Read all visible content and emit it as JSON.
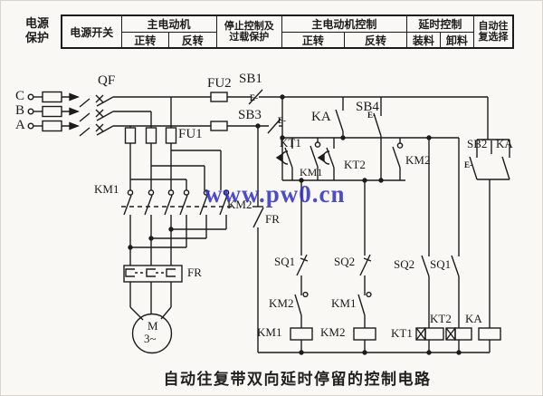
{
  "table": {
    "side_line1": "电源",
    "side_line2": "保护",
    "power_switch": "电源开关",
    "main_motor": "主电动机",
    "fwd1": "正转",
    "rev1": "反转",
    "stop_line1": "停止控制及",
    "stop_line2": "过载保护",
    "motor_ctrl": "主电动机控制",
    "fwd2": "正转",
    "rev2": "反转",
    "delay_ctrl": "延时控制",
    "load": "装料",
    "unload": "卸料",
    "auto_line1": "自动往",
    "auto_line2": "复选择"
  },
  "circuit": {
    "phase_c": "C",
    "phase_b": "B",
    "phase_a": "A",
    "qf": "QF",
    "fu2": "FU2",
    "fu1": "FU1",
    "sb1": "SB1",
    "sb3": "SB3",
    "ka_series": "KA",
    "sb4": "SB4",
    "kt1_contact": "KT1",
    "km1_aux": "KM1",
    "kt2_contact": "KT2",
    "km2_aux": "KM2",
    "sb2": "SB2",
    "ka_hold": "KA",
    "km1_main": "KM1",
    "km2_main": "KM2",
    "fr_contact": "FR",
    "fr_heater": "FR",
    "motor_m": "M",
    "motor_ph": "3~",
    "sq1_nc": "SQ1",
    "sq2_nc": "SQ2",
    "sq2_no": "SQ2",
    "sq1_no": "SQ1",
    "km2_nc": "KM2",
    "km1_nc": "KM1",
    "km1_coil": "KM1",
    "km2_coil": "KM2",
    "kt1_coil": "KT1",
    "kt2_coil": "KT2",
    "ka_coil": "KA",
    "e1": "E-",
    "e2": "E-",
    "e3": "E-",
    "e4": "E-"
  },
  "watermark": "www.pw0.cn",
  "caption": "自动往复带双向延时停留的控制电路",
  "colors": {
    "wire": "#1c1c1c",
    "watermark": "#2e2ec4",
    "bg": "#faf8f4"
  }
}
